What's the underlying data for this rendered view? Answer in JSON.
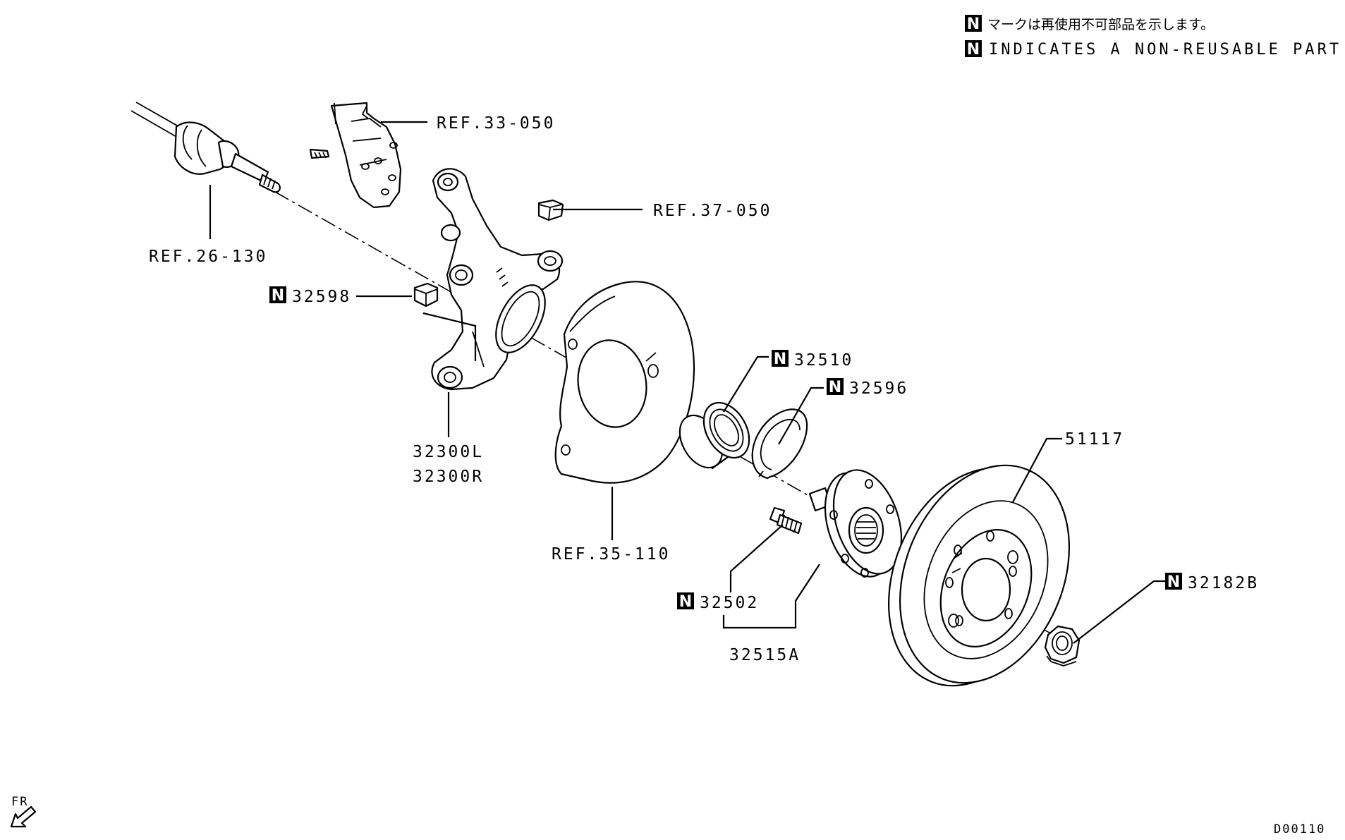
{
  "legend": {
    "japanese": "マークは再使用不可部品を示します。",
    "english": "INDICATES A NON-REUSABLE PART.",
    "marker": "N"
  },
  "labels": {
    "ref_33_050": "REF.33-050",
    "ref_37_050": "REF.37-050",
    "ref_26_130": "REF.26-130",
    "ref_35_110": "REF.35-110",
    "p32598": "32598",
    "p32300L": "32300L",
    "p32300R": "32300R",
    "p32510": "32510",
    "p32596": "32596",
    "p51117": "51117",
    "p32502": "32502",
    "p32515A": "32515A",
    "p32182B": "32182B"
  },
  "direction": "FR",
  "diagram_code": "D00110",
  "icons": [
    "front-direction-arrow-icon",
    "non-reusable-marker-icon"
  ]
}
